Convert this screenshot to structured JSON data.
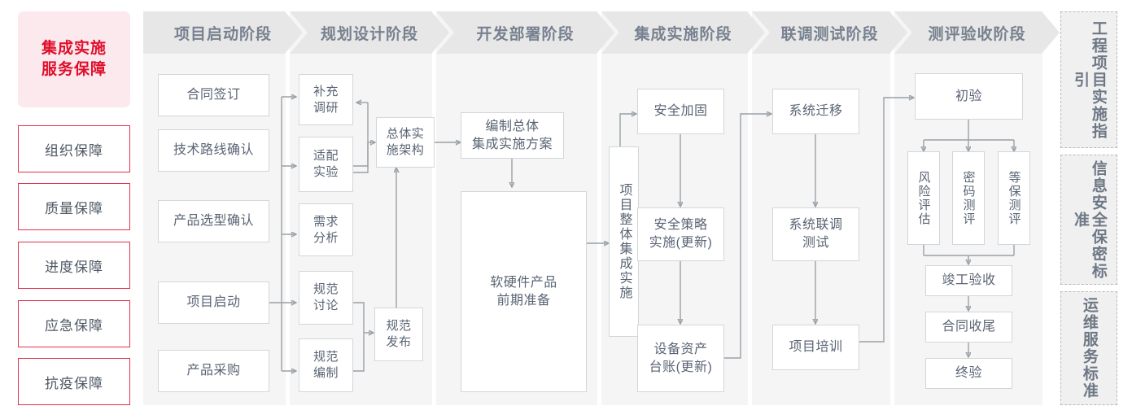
{
  "diagram": {
    "type": "flowchart",
    "title": "集成实施服务保障"
  },
  "left_column": {
    "title_line1": "集成实施",
    "title_line2": "服务保障",
    "title_color": "#e00f2c",
    "title_bg": "#fce9ed",
    "items": [
      {
        "label": "组织保障"
      },
      {
        "label": "质量保障"
      },
      {
        "label": "进度保障"
      },
      {
        "label": "应急保障"
      },
      {
        "label": "抗疫保障"
      }
    ]
  },
  "phases": [
    {
      "header": "项目启动阶段",
      "nodes": [
        {
          "label": "合同签订"
        },
        {
          "label": "技术路线确认"
        },
        {
          "label": "产品选型确认"
        },
        {
          "label": "项目启动"
        },
        {
          "label": "产品采购"
        }
      ]
    },
    {
      "header": "规划设计阶段",
      "nodes": [
        {
          "label": "补充\n调研"
        },
        {
          "label": "适配\n实验"
        },
        {
          "label": "需求\n分析"
        },
        {
          "label": "规范\n讨论"
        },
        {
          "label": "规范\n编制"
        },
        {
          "label": "总体实\n施架构"
        },
        {
          "label": "规范\n发布"
        }
      ]
    },
    {
      "header": "开发部署阶段",
      "nodes": [
        {
          "label": "编制总体\n集成实施方案"
        },
        {
          "label": "软硬件产品\n前期准备"
        }
      ]
    },
    {
      "header": "集成实施阶段",
      "nodes": [
        {
          "label": "项目整体集成实施",
          "vertical": true
        },
        {
          "label": "安全加固"
        },
        {
          "label": "安全策略\n实施(更新)"
        },
        {
          "label": "设备资产\n台账(更新)"
        }
      ]
    },
    {
      "header": "联调测试阶段",
      "nodes": [
        {
          "label": "系统迁移"
        },
        {
          "label": "系统联调\n测试"
        },
        {
          "label": "项目培训"
        }
      ]
    },
    {
      "header": "测评验收阶段",
      "nodes": [
        {
          "label": "初验"
        },
        {
          "label": "风险评估",
          "vertical": true
        },
        {
          "label": "密码测评",
          "vertical": true
        },
        {
          "label": "等保测评",
          "vertical": true
        },
        {
          "label": "竣工验收"
        },
        {
          "label": "合同收尾"
        },
        {
          "label": "终验"
        }
      ]
    }
  ],
  "standards_column": [
    {
      "label": "工程项目实施指引"
    },
    {
      "label": "信息安全保密标准"
    },
    {
      "label": "运维服务标准"
    }
  ],
  "colors": {
    "accent_red": "#e00f2c",
    "accent_red_border": "#e2314b",
    "panel_bg": "#f5f5f5",
    "header_bg": "#e7e7e7",
    "header_text": "#77818f",
    "node_border": "#d2d6da",
    "node_text": "#5a6474",
    "wire": "#9aa0a6",
    "std_bg": "#f0f0f0",
    "std_border": "#b9b9b9"
  }
}
